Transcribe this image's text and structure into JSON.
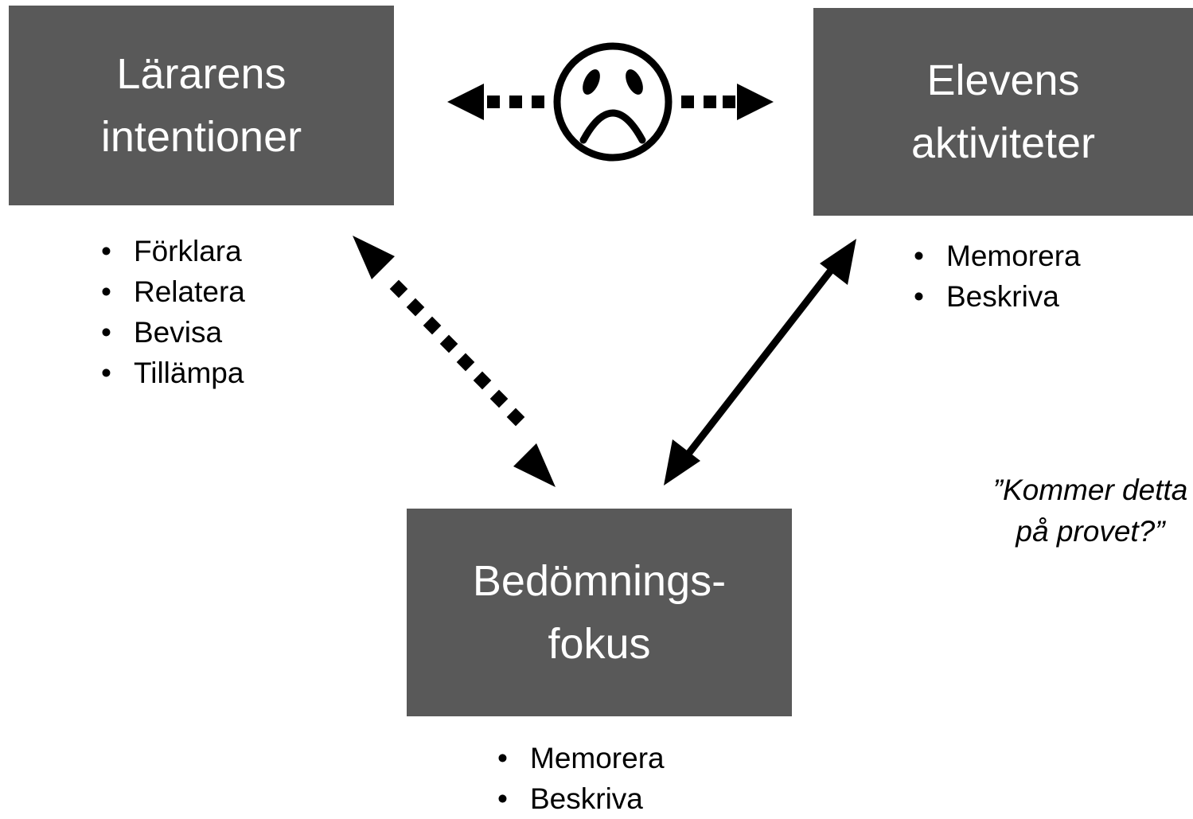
{
  "boxes": {
    "teacher": {
      "line1": "Lärarens",
      "line2": "intentioner"
    },
    "student": {
      "line1": "Elevens",
      "line2": "aktiviteter"
    },
    "assessment": {
      "line1": "Bedömnings-",
      "line2": "fokus"
    }
  },
  "lists": {
    "teacher": [
      "Förklara",
      "Relatera",
      "Bevisa",
      "Tillämpa"
    ],
    "student": [
      "Memorera",
      "Beskriva"
    ],
    "assessment": [
      "Memorera",
      "Beskriva"
    ]
  },
  "quote": {
    "line1": "”Kommer detta",
    "line2": "på provet?”"
  },
  "colors": {
    "box_fill": "#595959",
    "box_text": "#ffffff",
    "arrow": "#000000"
  },
  "icons": {
    "sad_face": "frowning-face-icon"
  }
}
